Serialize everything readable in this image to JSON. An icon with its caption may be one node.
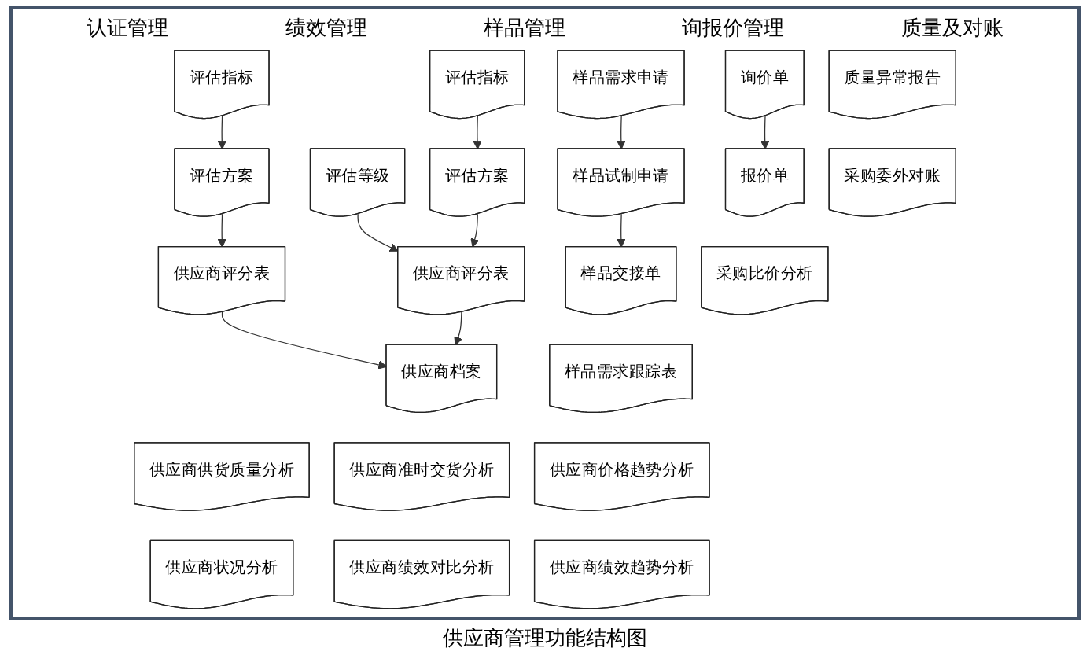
{
  "diagram": {
    "caption": "供应商管理功能结构图",
    "nodes": [
      {
        "text": [
          "评估指标"
        ]
      },
      {
        "text": [
          "评估方案"
        ]
      },
      {
        "text": [
          "供应商评分表"
        ]
      },
      {
        "text": [
          "评估等级"
        ]
      },
      {
        "text": [
          "评估指标"
        ]
      },
      {
        "text": [
          "评估方案"
        ]
      },
      {
        "text": [
          "供应商评分表"
        ]
      },
      {
        "text": [
          "供应商档案"
        ]
      },
      {
        "text": [
          "样品需求申请"
        ]
      },
      {
        "text": [
          "样品试制申请"
        ]
      },
      {
        "text": [
          "样品交接单"
        ]
      },
      {
        "text": [
          "询价单"
        ]
      },
      {
        "text": [
          "报价单"
        ]
      },
      {
        "text": [
          "质量异常报告"
        ]
      },
      {
        "text": [
          "采购委外对账"
        ]
      },
      {
        "text": [
          "供应商供货质量分析"
        ]
      },
      {
        "text": [
          "供应商准时交货分析"
        ]
      },
      {
        "text": [
          "供应商价格趋势分析"
        ]
      },
      {
        "text": [
          "样品需求跟踪表"
        ]
      },
      {
        "text": [
          "采购比价分析"
        ]
      },
      {
        "text": [
          "供应商状况分析"
        ]
      },
      {
        "text": [
          "供应商绩效对比分析"
        ]
      },
      {
        "text": [
          "供应商绩效趋势分析"
        ]
      }
    ],
    "edges": [
      {
        "from": 0,
        "to": 1,
        "arrow": "to"
      },
      {
        "from": 1,
        "to": 2,
        "arrow": "to"
      },
      {
        "from": 3,
        "to": 6,
        "arrow": "to"
      },
      {
        "from": 4,
        "to": 5,
        "arrow": "to"
      },
      {
        "from": 5,
        "to": 6,
        "arrow": "to"
      },
      {
        "from": 2,
        "to": 7,
        "arrow": "to"
      },
      {
        "from": 6,
        "to": 7,
        "arrow": "to"
      },
      {
        "from": 8,
        "to": 9,
        "arrow": "to"
      },
      {
        "from": 9,
        "to": 10,
        "arrow": "to"
      },
      {
        "from": 11,
        "to": 12,
        "arrow": "to"
      }
    ],
    "labels": [
      "认证管理",
      "绩效管理",
      "样品管理",
      "询报价管理",
      "质量及对账"
    ]
  }
}
